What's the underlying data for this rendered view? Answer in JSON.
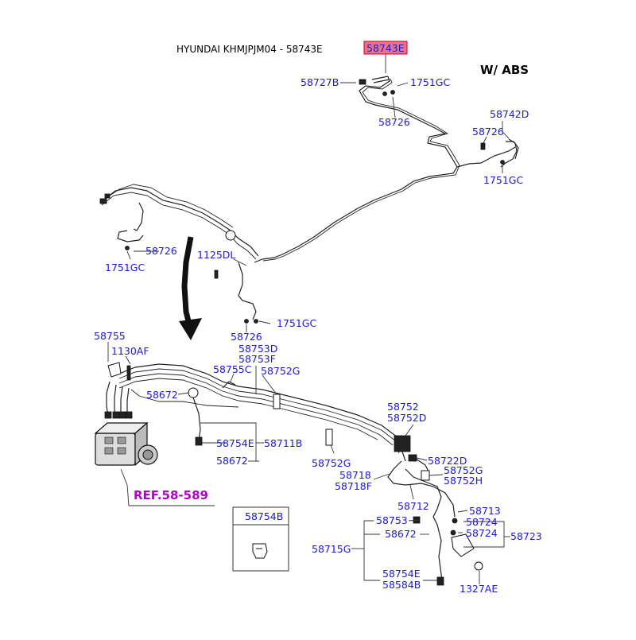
{
  "header": {
    "title": "HYUNDAI KHMJPJM04 - 58743E",
    "variant": "W/ ABS"
  },
  "highlight_color": "#f07088",
  "label_color": "#1a1ad8",
  "ref_color": "#b000c8",
  "labels": {
    "p58743E": "58743E",
    "p58727B": "58727B",
    "p1751GC_a": "1751GC",
    "p58726_a": "58726",
    "p58742D": "58742D",
    "p58726_b": "58726",
    "p1751GC_b": "1751GC",
    "p58726_c": "58726",
    "p1751GC_c": "1751GC",
    "p1125DL": "1125DL",
    "p1751GC_d": "1751GC",
    "p58726_d": "58726",
    "p58755": "58755",
    "p1130AF": "1130AF",
    "p58753D": "58753D",
    "p58753F": "58753F",
    "p58755C": "58755C",
    "p58752G_a": "58752G",
    "p58672_a": "58672",
    "p58754E_a": "58754E",
    "p58711B": "58711B",
    "p58672_b": "58672",
    "p58752": "58752",
    "p58752D": "58752D",
    "p58752G_b": "58752G",
    "p58722D": "58722D",
    "p58752G_c": "58752G",
    "p58752H": "58752H",
    "p58718": "58718",
    "p58718F": "58718F",
    "p58712": "58712",
    "p58713": "58713",
    "p58753": "58753",
    "p58724_a": "58724",
    "p58672_c": "58672",
    "p58724_b": "58724",
    "p58723": "58723",
    "p58715G": "58715G",
    "p58754E_b": "58754E",
    "p58584B": "58584B",
    "p1327AE": "1327AE",
    "ref": "REF.58-589",
    "inset": "58754B"
  }
}
